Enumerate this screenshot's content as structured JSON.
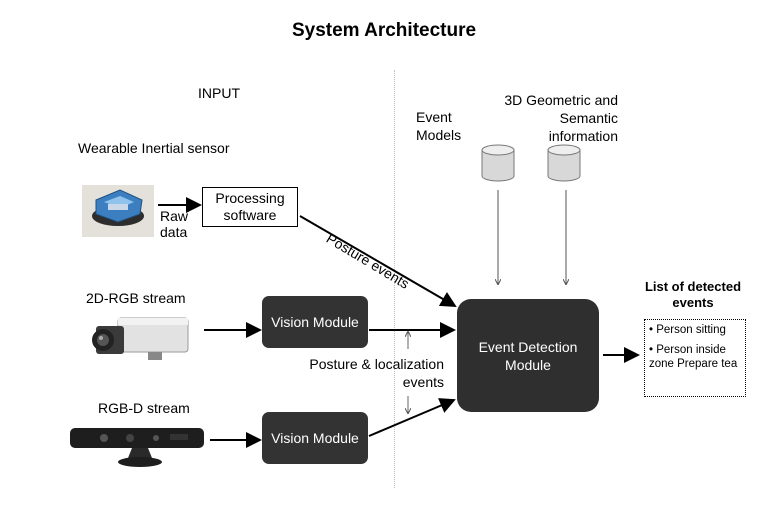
{
  "title": "System Architecture",
  "input_heading": "INPUT",
  "sources": {
    "wearable": "Wearable Inertial sensor",
    "rgb2d": "2D-RGB stream",
    "rgbd": "RGB-D stream",
    "raw_data_line1": "Raw",
    "raw_data_line2": "data"
  },
  "processing": {
    "line1": "Processing",
    "line2": "software"
  },
  "vision_module_label": "Vision Module",
  "posture_events": "Posture events",
  "posture_localization": {
    "line1": "Posture & localization",
    "line2": "events"
  },
  "event_models": {
    "line1": "Event",
    "line2": "Models"
  },
  "geometric_info": {
    "line1": "3D Geometric and",
    "line2": "Semantic",
    "line3": "information"
  },
  "event_detection": {
    "line1": "Event Detection",
    "line2": "Module"
  },
  "detected_events": {
    "title_line1": "List of detected",
    "title_line2": "events",
    "items": [
      "• Person sitting",
      "• Person inside zone Prepare tea"
    ]
  }
}
